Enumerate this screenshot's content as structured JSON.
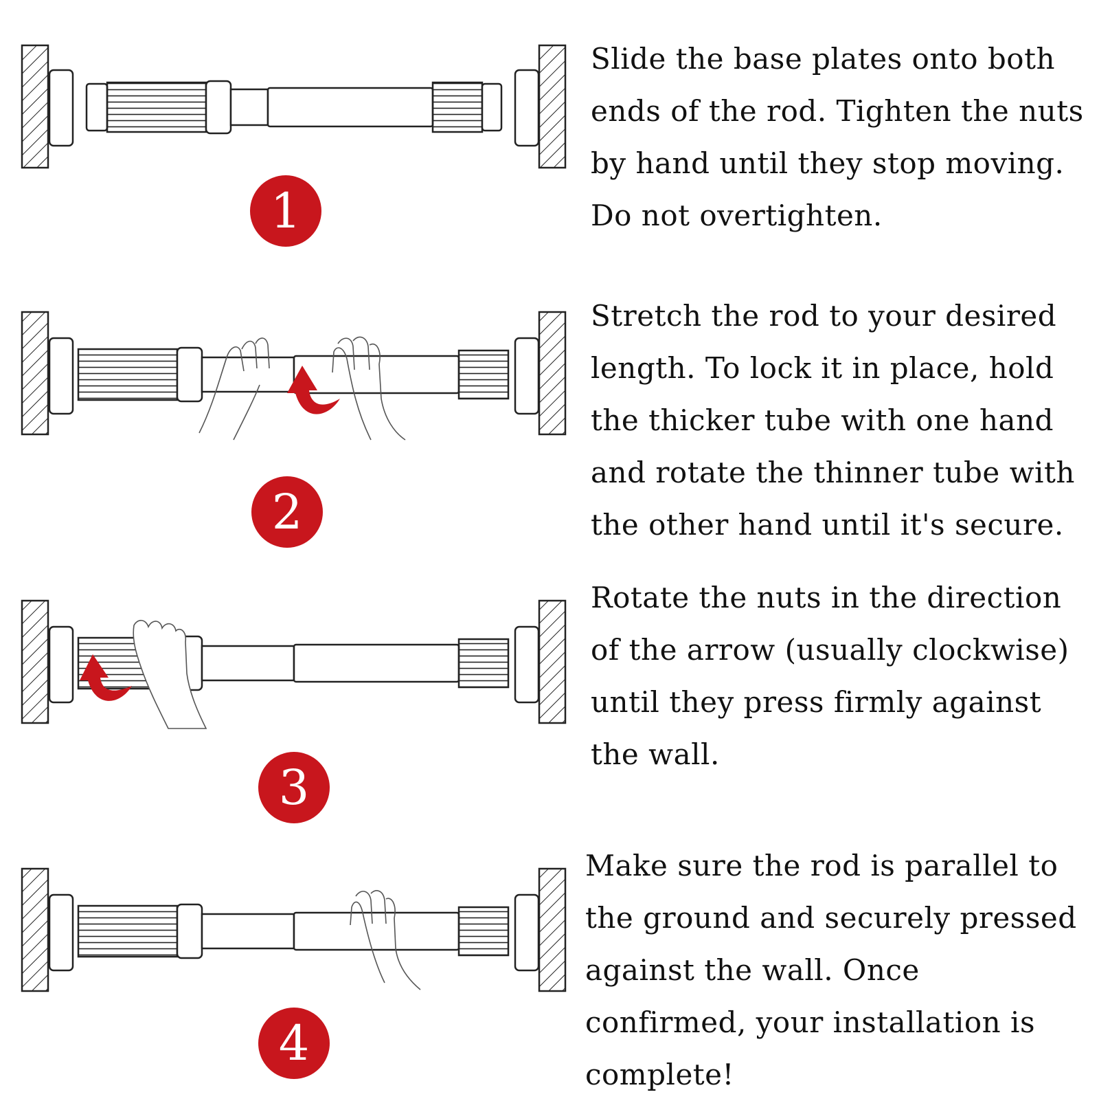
{
  "colors": {
    "accent": "#c8161d",
    "text": "#111111",
    "line": "#222222"
  },
  "steps": [
    {
      "number": "1",
      "icon": "tension-rod-assembly-icon",
      "text": "Slide the base plates onto both ends of the rod. Tighten the nuts by hand until they stop moving. Do not overtighten."
    },
    {
      "number": "2",
      "icon": "tension-rod-stretch-hands-icon",
      "text": "Stretch the rod to your desired length. To lock it in place, hold the thicker tube with one hand and rotate the thinner tube with the other hand until it's secure."
    },
    {
      "number": "3",
      "icon": "tension-rod-rotate-nut-icon",
      "text": "Rotate the nuts in the direction of the arrow (usually clockwise) until they press firmly against the wall."
    },
    {
      "number": "4",
      "icon": "tension-rod-installed-icon",
      "text": "Make sure the rod is parallel to the ground and securely pressed against the wall. Once confirmed, your installation is complete!"
    }
  ]
}
